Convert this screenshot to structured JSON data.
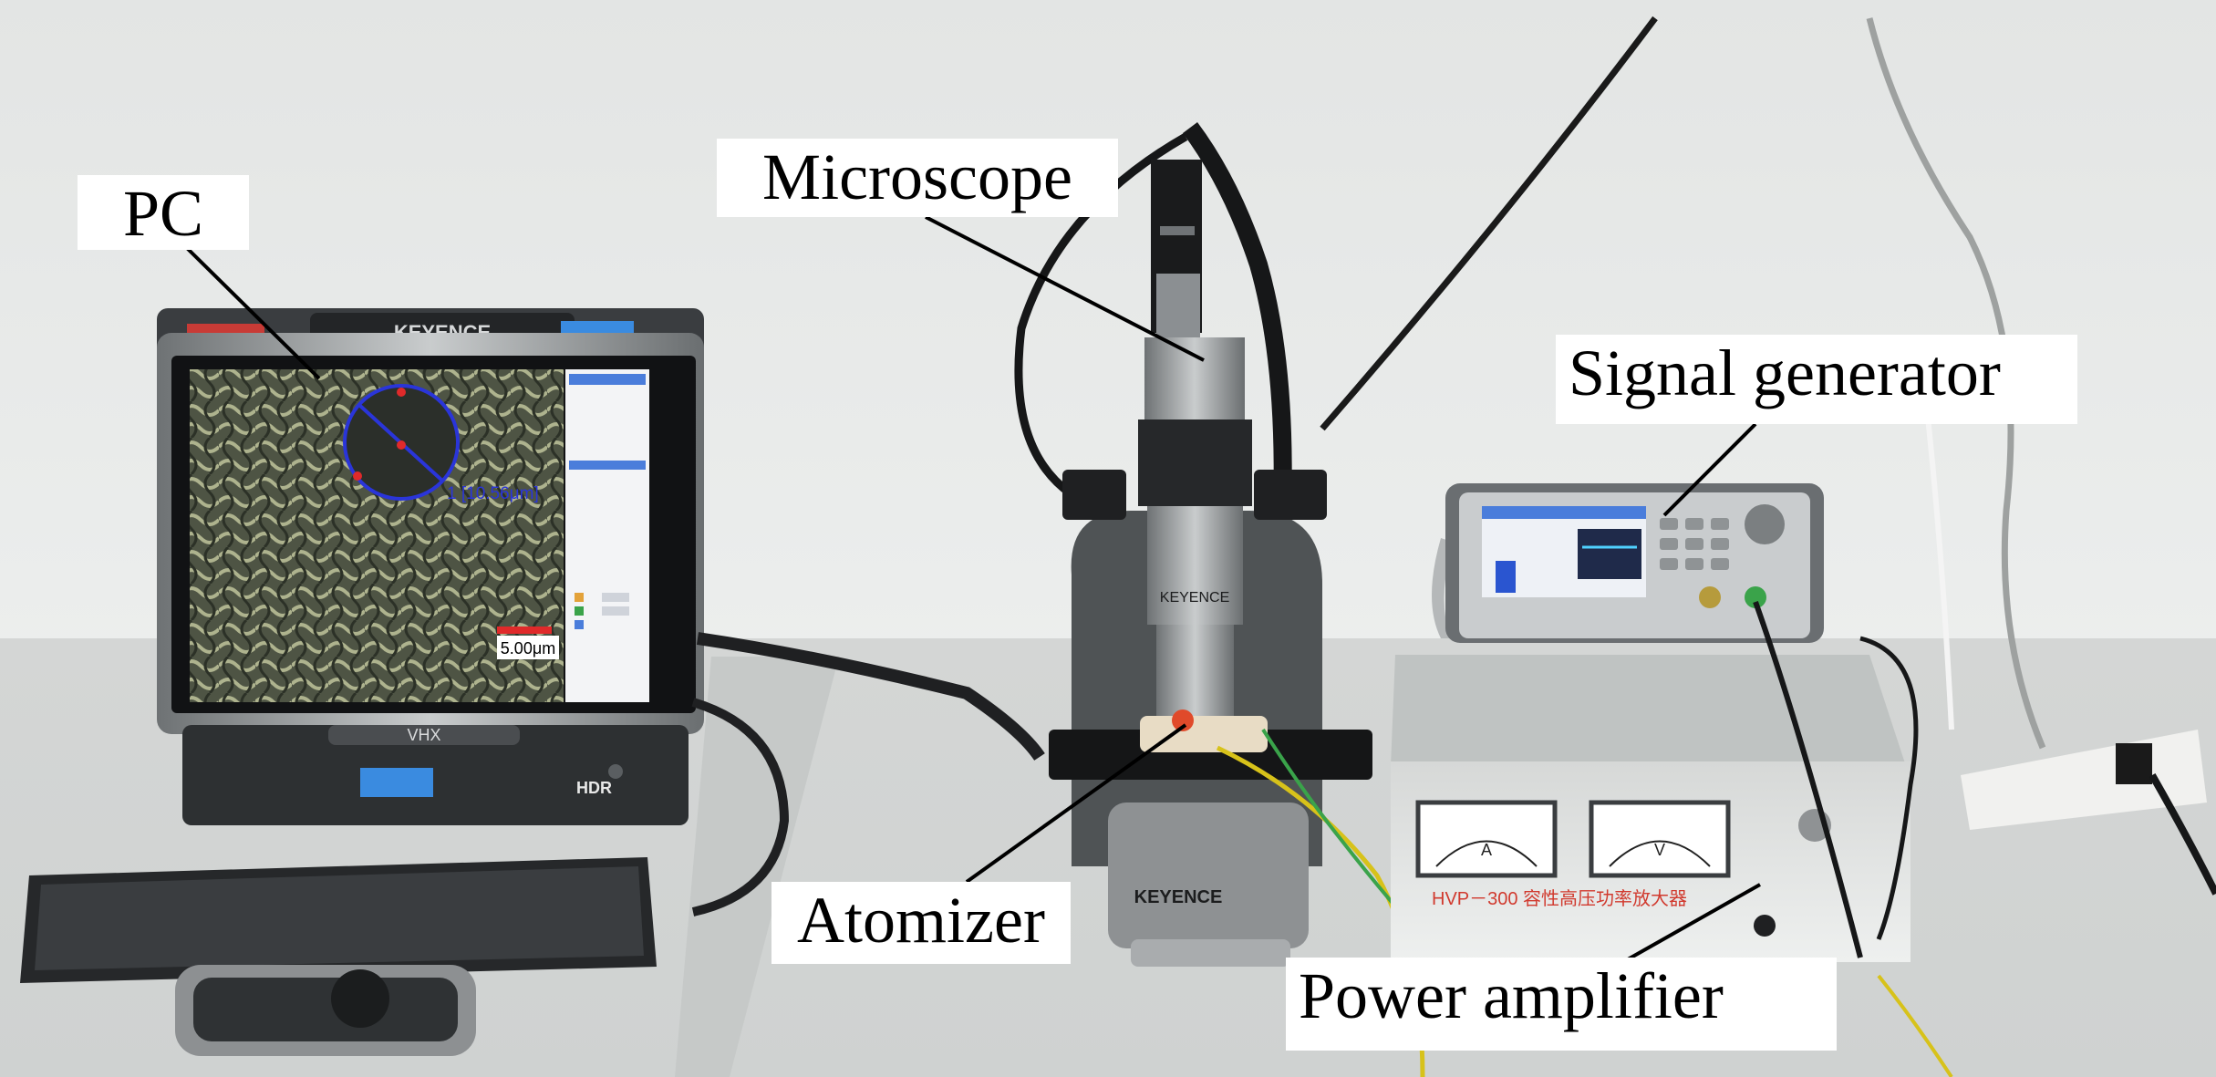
{
  "labels": {
    "pc": "PC",
    "microscope": "Microscope",
    "signal_generator": "Signal generator",
    "atomizer": "Atomizer",
    "power_amplifier": "Power amplifier"
  },
  "device_text": {
    "monitor_brand": "KEYENCE",
    "pc_brand": "VHX",
    "hdr": "HDR",
    "scale_bar": "5.00μm",
    "measurement": "1 [10.56μm]",
    "microscope_brand": "KEYENCE",
    "amplifier_model": "HVP－300 容性高压功率放大器",
    "meter_a_unit": "A",
    "meter_v_unit": "V"
  },
  "colors": {
    "background_wall": "#e8e9e8",
    "table": "#d9dbd9",
    "device_dark": "#2d3032",
    "device_silver": "#9a9d9f",
    "screen_blue": "#4a7ddb",
    "amp_red_text": "#d13a2e",
    "cable_yellow": "#d7c21a",
    "cable_green": "#3aa34a"
  }
}
